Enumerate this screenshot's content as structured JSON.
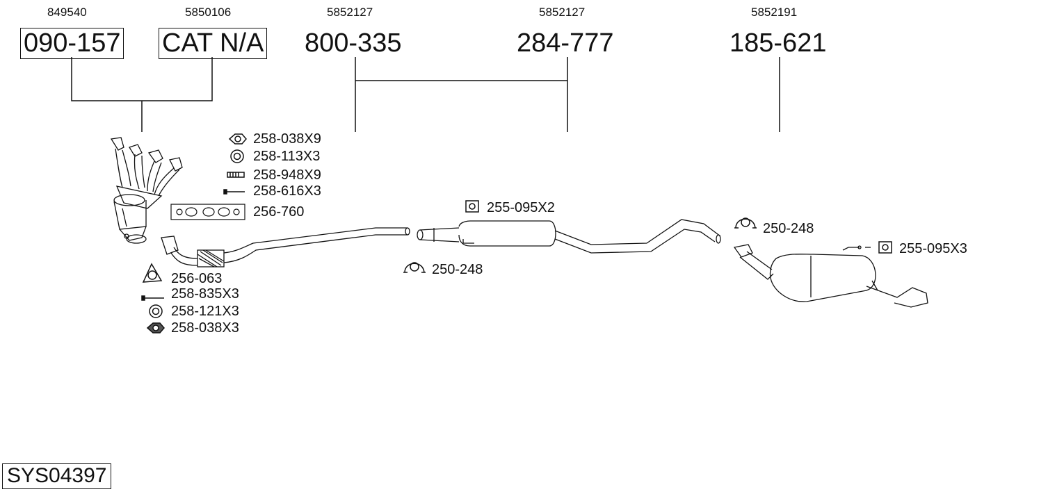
{
  "oe_numbers": [
    "849540",
    "5850106",
    "5852127",
    "5852127",
    "5852191"
  ],
  "main_parts": [
    "090-157",
    "CAT N/A",
    "800-335",
    "284-777",
    "185-621"
  ],
  "accessories": {
    "nut_1": "258-038X9",
    "ring_1": "258-113X3",
    "stud": "258-948X9",
    "bolt_1": "258-616X3",
    "gasket_manifold": "256-760",
    "gasket_flange": "256-063",
    "bolt_2": "258-835X3",
    "ring_2": "258-121X3",
    "nut_2": "258-038X3",
    "hanger_1": "255-095X2",
    "clamp_1": "250-248",
    "clamp_2": "250-248",
    "hanger_2": "255-095X3"
  },
  "system_id": "SYS04397"
}
